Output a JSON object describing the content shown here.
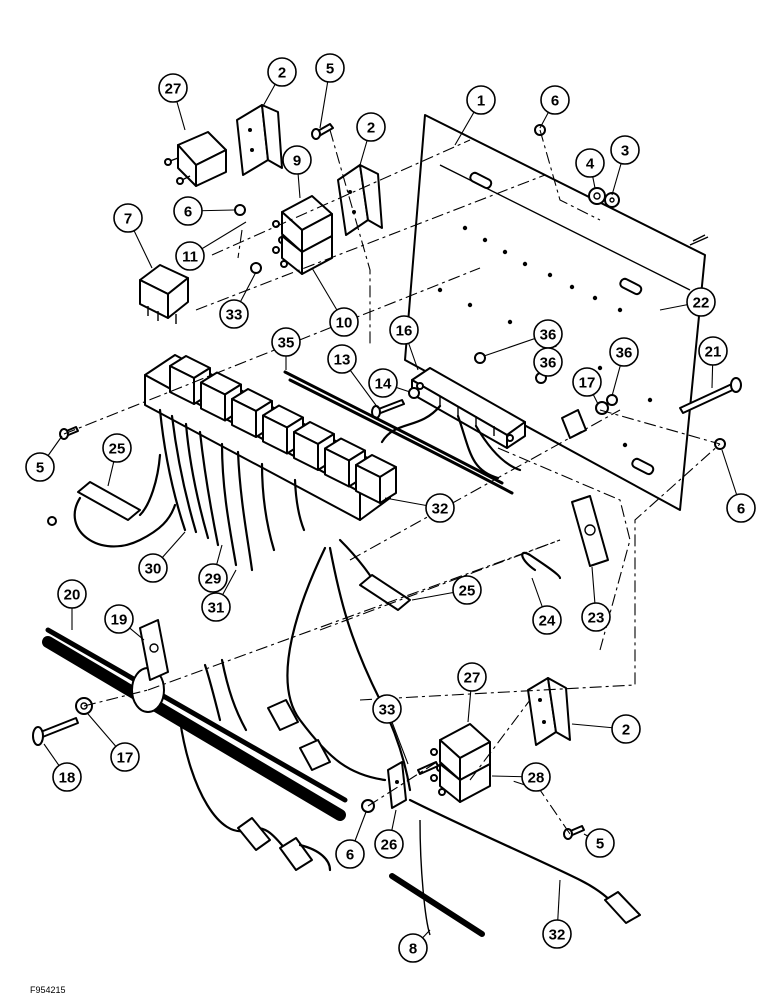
{
  "figure_id": "F954215",
  "callouts": [
    {
      "id": "c27a",
      "label": "27"
    },
    {
      "id": "c2a",
      "label": "2"
    },
    {
      "id": "c5a",
      "label": "5"
    },
    {
      "id": "c1",
      "label": "1"
    },
    {
      "id": "c6a",
      "label": "6"
    },
    {
      "id": "c2b",
      "label": "2"
    },
    {
      "id": "c9",
      "label": "9"
    },
    {
      "id": "c4",
      "label": "4"
    },
    {
      "id": "c3",
      "label": "3"
    },
    {
      "id": "c7",
      "label": "7"
    },
    {
      "id": "c6b",
      "label": "6"
    },
    {
      "id": "c11",
      "label": "11"
    },
    {
      "id": "c33a",
      "label": "33"
    },
    {
      "id": "c10",
      "label": "10"
    },
    {
      "id": "c22",
      "label": "22"
    },
    {
      "id": "c35",
      "label": "35"
    },
    {
      "id": "c16",
      "label": "16"
    },
    {
      "id": "c36a",
      "label": "36"
    },
    {
      "id": "c21",
      "label": "21"
    },
    {
      "id": "c13",
      "label": "13"
    },
    {
      "id": "c14",
      "label": "14"
    },
    {
      "id": "c36b",
      "label": "36"
    },
    {
      "id": "c17a",
      "label": "17"
    },
    {
      "id": "c36c",
      "label": "36"
    },
    {
      "id": "c5b",
      "label": "5"
    },
    {
      "id": "c25a",
      "label": "25"
    },
    {
      "id": "c6c",
      "label": "6"
    },
    {
      "id": "c32a",
      "label": "32"
    },
    {
      "id": "c30",
      "label": "30"
    },
    {
      "id": "c29",
      "label": "29"
    },
    {
      "id": "c31",
      "label": "31"
    },
    {
      "id": "c25b",
      "label": "25"
    },
    {
      "id": "c24",
      "label": "24"
    },
    {
      "id": "c23",
      "label": "23"
    },
    {
      "id": "c20",
      "label": "20"
    },
    {
      "id": "c19",
      "label": "19"
    },
    {
      "id": "c27b",
      "label": "27"
    },
    {
      "id": "c2c",
      "label": "2"
    },
    {
      "id": "c33b",
      "label": "33"
    },
    {
      "id": "c28",
      "label": "28"
    },
    {
      "id": "c18",
      "label": "18"
    },
    {
      "id": "c17b",
      "label": "17"
    },
    {
      "id": "c5c",
      "label": "5"
    },
    {
      "id": "c6d",
      "label": "6"
    },
    {
      "id": "c26",
      "label": "26"
    },
    {
      "id": "c32b",
      "label": "32"
    },
    {
      "id": "c8",
      "label": "8"
    }
  ]
}
